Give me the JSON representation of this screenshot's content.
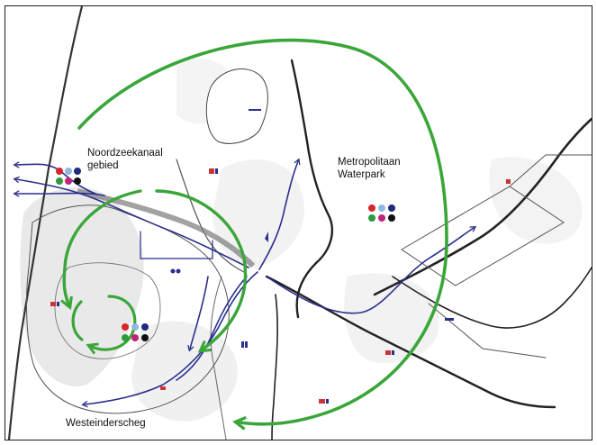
{
  "map": {
    "labels": {
      "noordzeekanaal": "Noordzeekanaal\ngebied",
      "metropolitaan": "Metropolitaan\nWaterpark",
      "westeinder": "Westeinderscheg"
    },
    "colors": {
      "flow_arrow": "#3aa63a",
      "water_route": "#2a2f8c",
      "road": "#222222",
      "land_shade": "#e4e4e4"
    },
    "dot_palette": [
      "#d6262b",
      "#8fb8e0",
      "#1f2a7a",
      "#2e9a3e",
      "#c2227a",
      "#111111"
    ],
    "icons": [
      "rowing-boat-icon",
      "sailing-icon",
      "cycling-icon",
      "swimming-icon",
      "hiking-icon",
      "fishing-icon"
    ]
  }
}
